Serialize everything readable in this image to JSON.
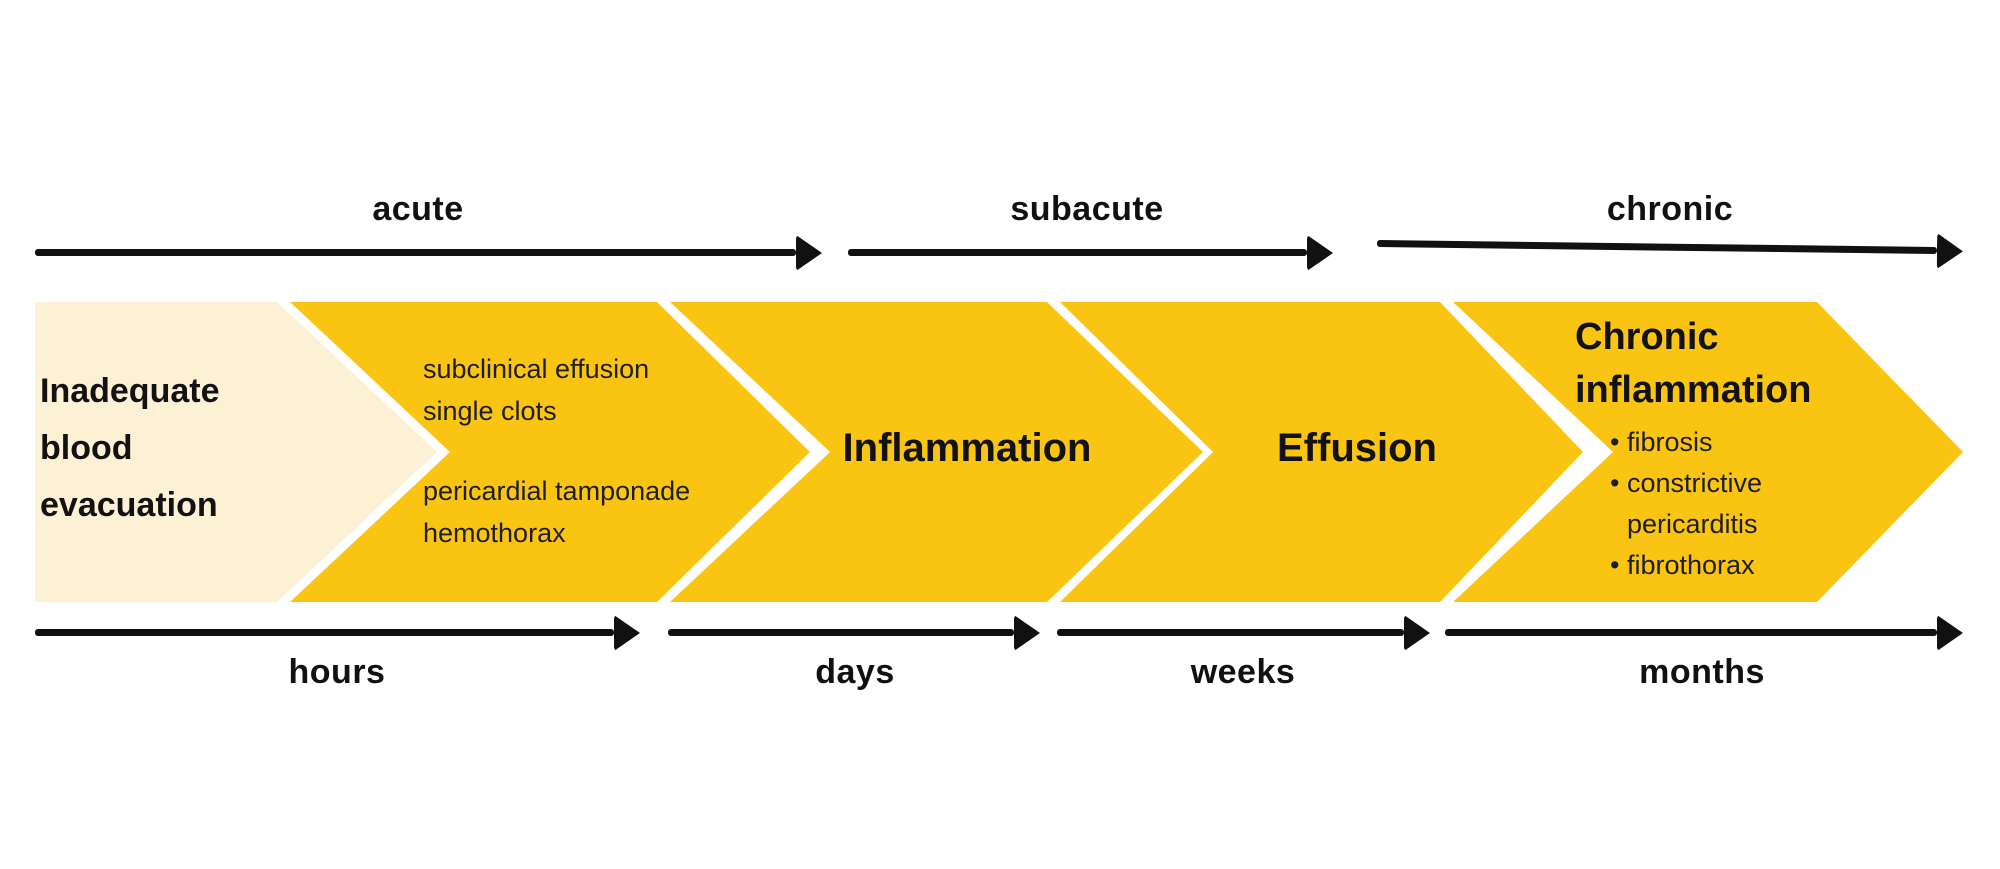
{
  "diagram": {
    "description": "Timeline of complications after inadequate blood evacuation",
    "phase_labels": [
      {
        "label": "acute"
      },
      {
        "label": "subacute"
      },
      {
        "label": "chronic"
      }
    ],
    "stages": [
      {
        "title": "Inadequate blood evacuation"
      },
      {
        "lines_top": [
          "subclinical effusion",
          "single clots"
        ],
        "lines_bottom": [
          "pericardial tamponade",
          "hemothorax"
        ]
      },
      {
        "title": "Inflammation"
      },
      {
        "title": "Effusion"
      },
      {
        "title": "Chronic inflammation",
        "bullets": [
          "fibrosis",
          "constrictive pericarditis",
          "fibrothorax"
        ]
      }
    ],
    "time_labels": [
      {
        "label": "hours"
      },
      {
        "label": "days"
      },
      {
        "label": "weeks"
      },
      {
        "label": "months"
      }
    ],
    "colors": {
      "gold": "#F9C412",
      "cream": "#FCF1D4",
      "ink": "#111111",
      "body_text": "#1E1E1E"
    }
  }
}
